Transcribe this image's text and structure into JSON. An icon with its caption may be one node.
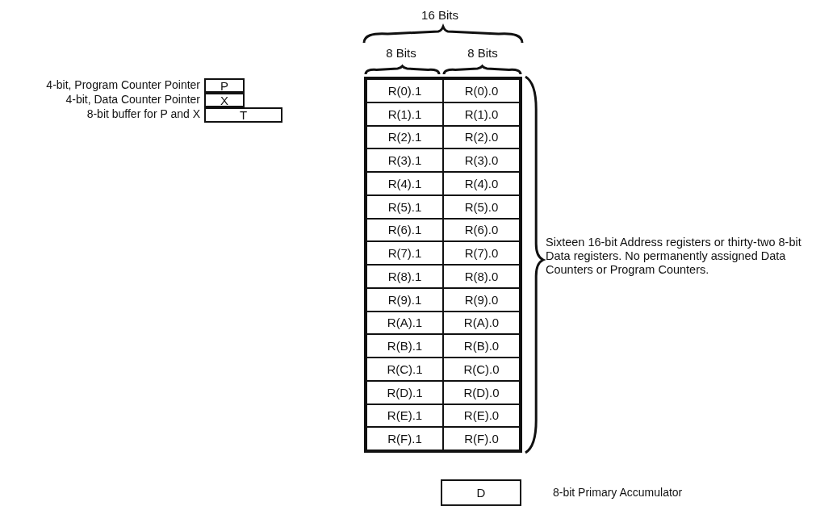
{
  "diagram": {
    "nodes": [
      {
        "text": [
          "P"
        ],
        "beside": [
          "4-bit, Program Counter Pointer"
        ]
      },
      {
        "text": [
          "X"
        ],
        "beside": [
          "4-bit, Data Counter Pointer"
        ]
      },
      {
        "text": [
          "T"
        ],
        "beside": [
          "8-bit buffer for P and X"
        ]
      },
      {
        "text": [],
        "shape": "box"
      },
      {
        "text": [
          "R(0).1"
        ],
        "in": 3
      },
      {
        "text": [
          "R(0).0"
        ],
        "in": 3
      },
      {
        "text": [
          "R(1).1"
        ],
        "in": 3
      },
      {
        "text": [
          "R(1).0"
        ],
        "in": 3
      },
      {
        "text": [
          "R(2).1"
        ],
        "in": 3
      },
      {
        "text": [
          "R(2).0"
        ],
        "in": 3
      },
      {
        "text": [
          "R(3).1"
        ],
        "in": 3
      },
      {
        "text": [
          "R(3).0"
        ],
        "in": 3
      },
      {
        "text": [
          "R(4).1"
        ],
        "in": 3
      },
      {
        "text": [
          "R(4).0"
        ],
        "in": 3
      },
      {
        "text": [
          "R(5).1"
        ],
        "in": 3
      },
      {
        "text": [
          "R(5).0"
        ],
        "in": 3
      },
      {
        "text": [
          "R(6).1"
        ],
        "in": 3
      },
      {
        "text": [
          "R(6).0"
        ],
        "in": 3
      },
      {
        "text": [
          "R(7).1"
        ],
        "in": 3
      },
      {
        "text": [
          "R(7).0"
        ],
        "in": 3
      },
      {
        "text": [
          "R(8).1"
        ],
        "in": 3
      },
      {
        "text": [
          "R(8).0"
        ],
        "in": 3
      },
      {
        "text": [
          "R(9).1"
        ],
        "in": 3
      },
      {
        "text": [
          "R(9).0"
        ],
        "in": 3
      },
      {
        "text": [
          "R(A).1"
        ],
        "in": 3
      },
      {
        "text": [
          "R(A).0"
        ],
        "in": 3
      },
      {
        "text": [
          "R(B).1"
        ],
        "in": 3
      },
      {
        "text": [
          "R(B).0"
        ],
        "in": 3
      },
      {
        "text": [
          "R(C).1"
        ],
        "in": 3
      },
      {
        "text": [
          "R(C).0"
        ],
        "in": 3
      },
      {
        "text": [
          "R(D).1"
        ],
        "in": 3
      },
      {
        "text": [
          "R(D).0"
        ],
        "in": 3
      },
      {
        "text": [
          "R(E).1"
        ],
        "in": 3
      },
      {
        "text": [
          "R(E).0"
        ],
        "in": 3
      },
      {
        "text": [
          "R(F).1"
        ],
        "in": 3
      },
      {
        "text": [
          "R(F).0"
        ],
        "in": 3
      },
      {
        "text": [
          "D"
        ],
        "beside": [
          "8-bit Primary Accumulator"
        ]
      }
    ],
    "labels": [
      "16 Bits",
      "8 Bits",
      "8 Bits",
      "Sixteen 16-bit Address registers or thirty-two 8-bit Data registers. No permanently assigned Data Counters or Program Counters."
    ]
  }
}
